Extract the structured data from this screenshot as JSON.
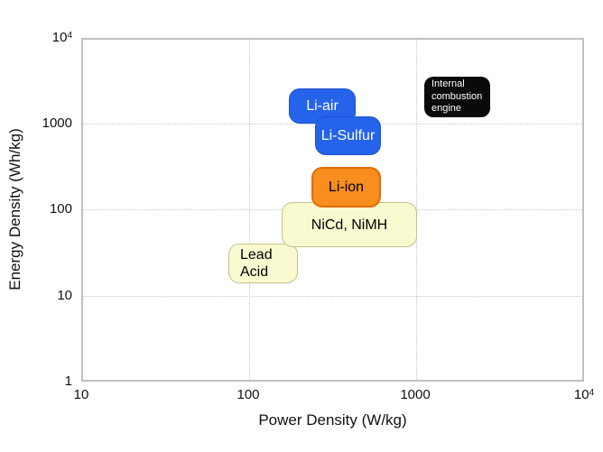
{
  "figure": {
    "x_axis": {
      "label": "Power Density (W/kg)",
      "ticks": [
        "10",
        "100",
        "1000",
        {
          "base": "10",
          "exp": "4"
        }
      ]
    },
    "y_axis": {
      "label": "Energy Density (Wh/kg)",
      "ticks": [
        "1",
        "10",
        "100",
        "1000",
        {
          "base": "10",
          "exp": "4"
        }
      ]
    },
    "regions": {
      "li_air": {
        "label": "Li-air"
      },
      "li_sulfur": {
        "label": "Li-Sulfur"
      },
      "li_ion": {
        "label": "Li-ion"
      },
      "nicd_nimh": {
        "label": "NiCd, NiMH"
      },
      "lead_acid": {
        "line1": "Lead",
        "line2": "Acid"
      },
      "ice": {
        "line1": "Internal",
        "line2": "combustion",
        "line3": "engine"
      }
    },
    "colors": {
      "lithium_blue": "#2563eb",
      "lithium_blue_border": "#1d52cf",
      "li_ion_orange": "#f78e1e",
      "li_ion_orange_border": "#e06c00",
      "pale_yellow": "#fafad0",
      "pale_yellow_border": "#c2c28e",
      "engine_black": "#0a0a0a",
      "grid_gray": "#c6c6c6",
      "plot_border_gray": "#c0c0c0",
      "background": "#ffffff"
    }
  },
  "chart_data": {
    "type": "scatter",
    "subtype": "labeled-regions (Ragone plot)",
    "title": "",
    "xlabel": "Power Density (W/kg)",
    "ylabel": "Energy Density (Wh/kg)",
    "x_scale": "log",
    "y_scale": "log",
    "xlim": [
      10,
      10000
    ],
    "ylim": [
      1,
      10000
    ],
    "x_ticks": [
      10,
      100,
      1000,
      10000
    ],
    "y_ticks": [
      1,
      10,
      100,
      1000,
      10000
    ],
    "grid": "dotted at each decade",
    "legend_position": "none (labels inside regions)",
    "series": [
      {
        "name": "Lead Acid",
        "power_W_per_kg": [
          75,
          190
        ],
        "energy_Wh_per_kg": [
          15,
          42
        ],
        "fill": "#fafad0",
        "text_color": "#000000"
      },
      {
        "name": "NiCd, NiMH",
        "power_W_per_kg": [
          155,
          985
        ],
        "energy_Wh_per_kg": [
          39,
          130
        ],
        "fill": "#fafad0",
        "text_color": "#000000"
      },
      {
        "name": "Li-ion",
        "power_W_per_kg": [
          230,
          620
        ],
        "energy_Wh_per_kg": [
          110,
          330
        ],
        "fill": "#f78e1e",
        "text_color": "#000000"
      },
      {
        "name": "Li-Sulfur",
        "power_W_per_kg": [
          240,
          610
        ],
        "energy_Wh_per_kg": [
          450,
          1280
        ],
        "fill": "#2563eb",
        "text_color": "#ffffff"
      },
      {
        "name": "Li-air",
        "power_W_per_kg": [
          170,
          420
        ],
        "energy_Wh_per_kg": [
          1050,
          2700
        ],
        "fill": "#2563eb",
        "text_color": "#ffffff"
      },
      {
        "name": "Internal combustion engine",
        "power_W_per_kg": [
          1090,
          2700
        ],
        "energy_Wh_per_kg": [
          1250,
          3700
        ],
        "fill": "#0a0a0a",
        "text_color": "#ffffff"
      }
    ]
  }
}
